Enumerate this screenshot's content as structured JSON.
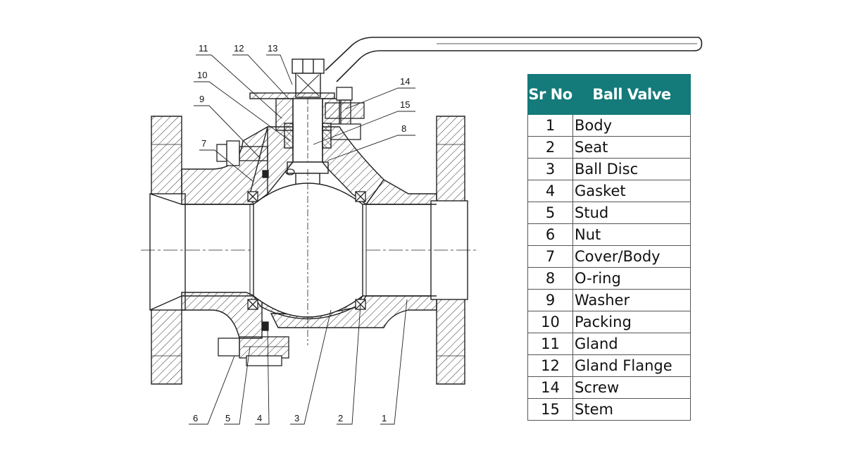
{
  "table": {
    "header": {
      "sr_no": "Sr No",
      "name": "Ball Valve"
    },
    "rows": [
      {
        "no": "1",
        "name": "Body"
      },
      {
        "no": "2",
        "name": "Seat"
      },
      {
        "no": "3",
        "name": "Ball Disc"
      },
      {
        "no": "4",
        "name": "Gasket"
      },
      {
        "no": "5",
        "name": "Stud"
      },
      {
        "no": "6",
        "name": "Nut"
      },
      {
        "no": "7",
        "name": "Cover/Body"
      },
      {
        "no": "8",
        "name": "O-ring"
      },
      {
        "no": "9",
        "name": "Washer"
      },
      {
        "no": "10",
        "name": "Packing"
      },
      {
        "no": "11",
        "name": "Gland"
      },
      {
        "no": "12",
        "name": "Gland Flange"
      },
      {
        "no": "14",
        "name": "Screw"
      },
      {
        "no": "15",
        "name": "Stem"
      }
    ]
  },
  "callouts": {
    "c1": "1",
    "c2": "2",
    "c3": "3",
    "c4": "4",
    "c5": "5",
    "c6": "6",
    "c7": "7",
    "c8": "8",
    "c9": "9",
    "c10": "10",
    "c11": "11",
    "c12": "12",
    "c13": "13",
    "c14": "14",
    "c15": "15"
  },
  "colors": {
    "header_bg": "#147a7a",
    "header_text": "#ffffff",
    "line": "#222222"
  }
}
